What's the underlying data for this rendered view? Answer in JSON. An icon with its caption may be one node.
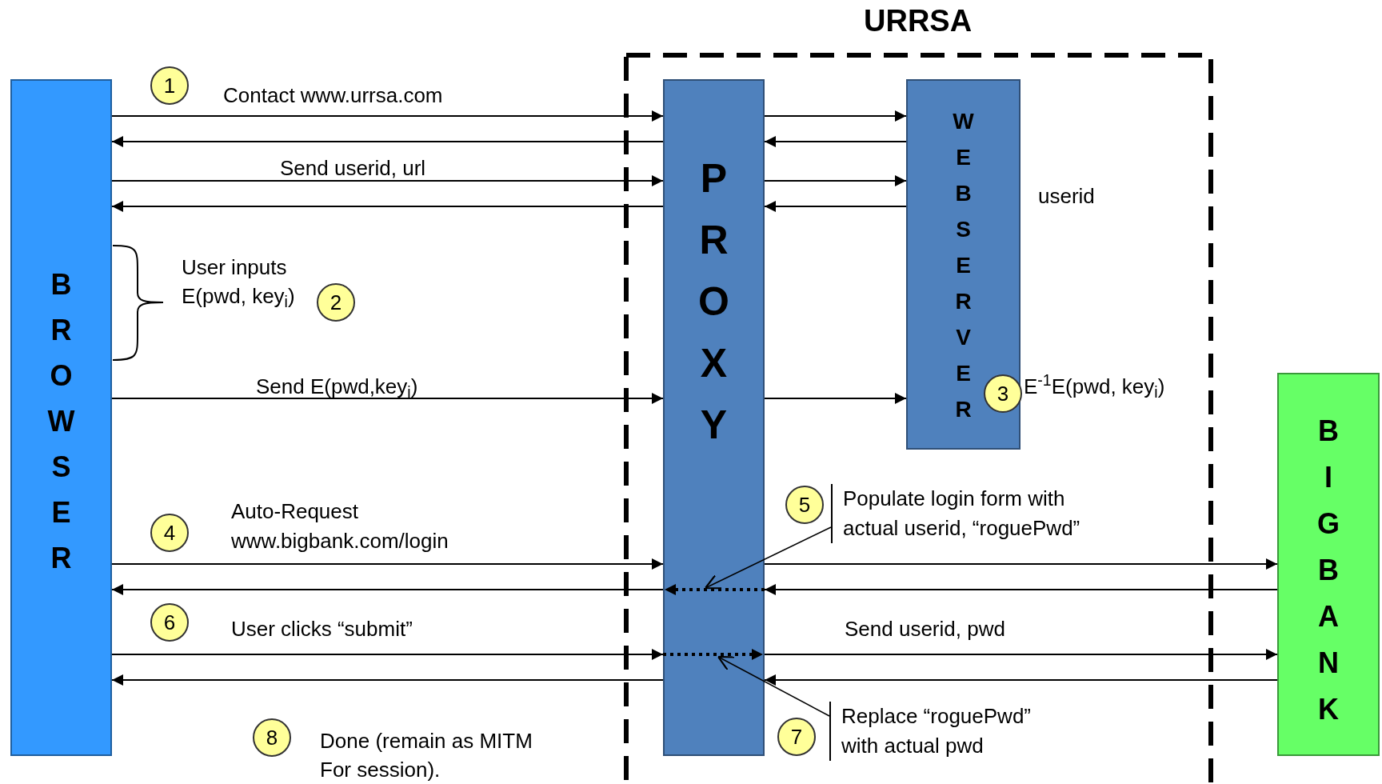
{
  "diagram": {
    "nodes": [
      {
        "text": [
          "URRSA"
        ]
      },
      {
        "text": [
          "BROWSER"
        ]
      },
      {
        "text": [
          "PROXY"
        ],
        "in": 0
      },
      {
        "text": [
          "WEBSERVER"
        ],
        "in": 0,
        "beside": [
          "userid"
        ]
      },
      {
        "text": [
          "BIGBANK"
        ]
      },
      {
        "text": [
          "1"
        ]
      },
      {
        "text": [
          "2"
        ]
      },
      {
        "text": [
          "3"
        ],
        "in": 3
      },
      {
        "text": [
          "4"
        ]
      },
      {
        "text": [
          "5"
        ],
        "in": 0
      },
      {
        "text": [
          "Populate login form with actual userid, “roguePwd”"
        ],
        "in": 0
      },
      {
        "text": [
          "6"
        ]
      },
      {
        "text": [
          "7"
        ],
        "in": 0
      },
      {
        "text": [
          "Replace “roguePwd” with actual pwd"
        ],
        "in": 0
      },
      {
        "text": [
          "8"
        ]
      }
    ],
    "edges": [
      {
        "from": 1,
        "to": 2,
        "arrow": "to",
        "label": "Contact www.urrsa.com"
      },
      {
        "from": 2,
        "to": 3,
        "arrow": "to"
      },
      {
        "from": 3,
        "to": 2,
        "arrow": "to"
      },
      {
        "from": 2,
        "to": 1,
        "arrow": "to"
      },
      {
        "from": 1,
        "to": 2,
        "arrow": "to",
        "label": "Send userid, url"
      },
      {
        "from": 2,
        "to": 3,
        "arrow": "to"
      },
      {
        "from": 3,
        "to": 2,
        "arrow": "to"
      },
      {
        "from": 2,
        "to": 1,
        "arrow": "to"
      },
      {
        "from": 1,
        "to": 2,
        "arrow": "to",
        "label": "Send E(pwd,key$_{i}$)"
      },
      {
        "from": 2,
        "to": 3,
        "arrow": "to"
      },
      {
        "from": 1,
        "to": 2,
        "arrow": "to",
        "label": "Auto-Request www.bigbank.com/login"
      },
      {
        "from": 2,
        "to": 4,
        "arrow": "to"
      },
      {
        "from": 4,
        "to": 2,
        "arrow": "to"
      },
      {
        "from": 2,
        "to": 1,
        "arrow": "to"
      },
      {
        "from": 1,
        "to": 2,
        "arrow": "to",
        "label": "User clicks “submit”"
      },
      {
        "from": 2,
        "to": 4,
        "arrow": "to",
        "label": "Send userid, pwd"
      },
      {
        "from": 4,
        "to": 2,
        "arrow": "to"
      },
      {
        "from": 2,
        "to": 1,
        "arrow": "to"
      },
      {
        "from": 10,
        "to": 2,
        "arrow": "to"
      },
      {
        "from": 13,
        "to": 2,
        "arrow": "to"
      }
    ],
    "labels": [
      "User inputs E(pwd, key$_{i}$)",
      "E$^{-1}$E(pwd, key$_{i}$)",
      "Done (remain as MITM For session)."
    ]
  }
}
